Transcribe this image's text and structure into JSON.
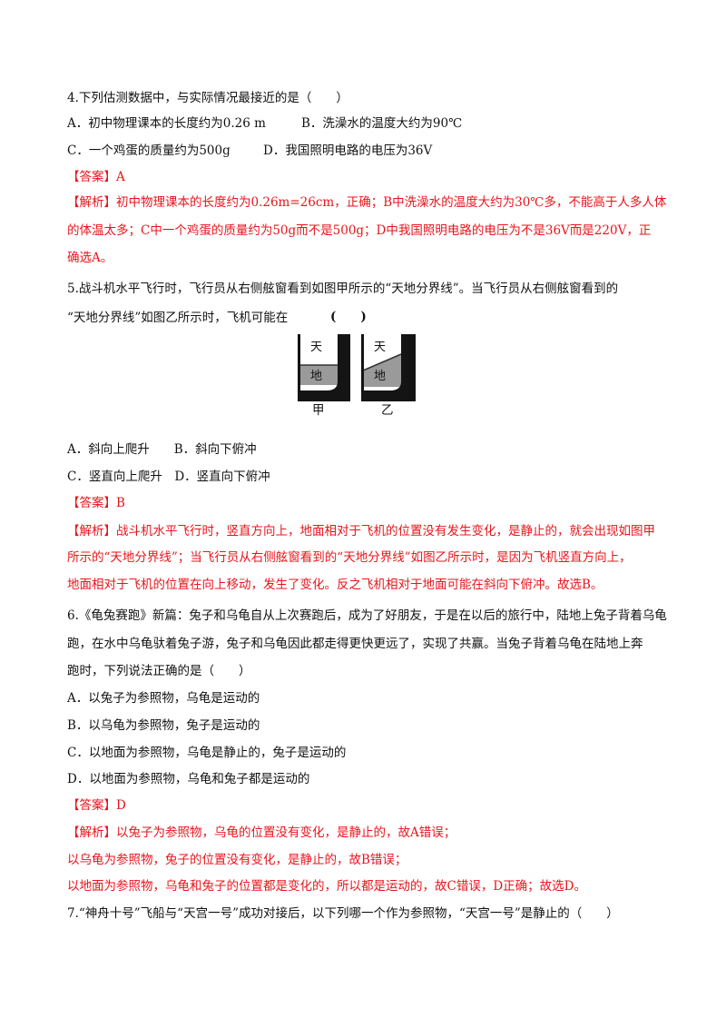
{
  "q4": {
    "stem": "4.下列估测数据中，与实际情况最接近的是（　　）",
    "optA": "A．初中物理课本的长度约为0.26 m",
    "optB": "B．洗澡水的温度大约为90℃",
    "optC": "C．一个鸡蛋的质量约为500g",
    "optD": "D．我国照明电路的电压为36V",
    "answer": "【答案】A",
    "analysis_1": "【解析】初中物理课本的长度约为0.26m=26cm，正确；B中洗澡水的温度大约为30℃多，不能高于人多人体",
    "analysis_2": "的体温太多；C中一个鸡蛋的质量约为50g而不是500g；D中我国照明电路的电压为不是36V而是220V，正",
    "analysis_3": "确选A。"
  },
  "q5": {
    "stem_1": "5.战斗机水平飞行时，飞行员从右侧舷窗看到如图甲所示的“天地分界线”。当飞行员从右侧舷窗看到的",
    "stem_2": "“天地分界线”如图乙所示时，飞机可能在",
    "stem_paren": "(　　)",
    "fig_sky": "天",
    "fig_ground": "地",
    "fig_label_a": "甲",
    "fig_label_b": "乙",
    "opt_row1": "A．斜向上爬升　　B．斜向下俯冲",
    "opt_row2": "C．竖直向上爬升　D．竖直向下俯冲",
    "answer": "【答案】B",
    "analysis_1": "【解析】战斗机水平飞行时，竖直方向上，地面相对于飞机的位置没有发生变化，是静止的，就会出现如图甲",
    "analysis_2": "所示的“天地分界线”；当飞行员从右侧舷窗看到的“天地分界线”如图乙所示时，是因为飞机竖直方向上，",
    "analysis_3": "地面相对于飞机的位置在向上移动，发生了变化。反之飞机相对于地面可能在斜向下俯冲。故选B。"
  },
  "q6": {
    "stem_1": "6.《龟兔赛跑》新篇：兔子和乌龟自从上次赛跑后，成为了好朋友，于是在以后的旅行中，陆地上兔子背着乌龟",
    "stem_2": "跑，在水中乌龟驮着兔子游，兔子和乌龟因此都走得更快更远了，实现了共赢。当兔子背着乌龟在陆地上奔",
    "stem_3": "跑时，下列说法正确的是（　　）",
    "optA": "A．以兔子为参照物，乌龟是运动的",
    "optB": "B．以乌龟为参照物，兔子是运动的",
    "optC": "C．以地面为参照物，乌龟是静止的，兔子是运动的",
    "optD": "D．以地面为参照物，乌龟和兔子都是运动的",
    "answer": "【答案】D",
    "analysis_1": "【解析】以兔子为参照物，乌龟的位置没有变化，是静止的，故A错误；",
    "analysis_2": "以乌龟为参照物，兔子的位置没有变化，是静止的，故B错误；",
    "analysis_3": "以地面为参照物，乌龟和兔子的位置都是变化的，所以都是运动的，故C错误，D正确；故选D。"
  },
  "q7": {
    "stem": "7.“神舟十号”飞船与“天宫一号”成功对接后，以下列哪一个作为参照物，“天宫一号”是静止的（　　）"
  }
}
